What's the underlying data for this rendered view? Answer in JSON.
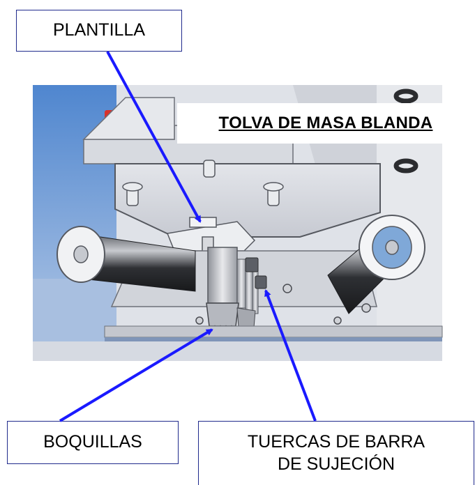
{
  "title": "TOLVA DE MASA BLANDA",
  "labels": {
    "plantilla": "PLANTILLA",
    "boquillas": "BOQUILLAS",
    "tuercas_line1": "TUERCAS DE BARRA",
    "tuercas_line2": "DE SUJECIÓN"
  },
  "colors": {
    "arrow": "#1a1aff",
    "box_border": "#1f2a8c",
    "backdrop_blue": "#5b8fd0",
    "machine_gray": "#c9ccd4"
  }
}
